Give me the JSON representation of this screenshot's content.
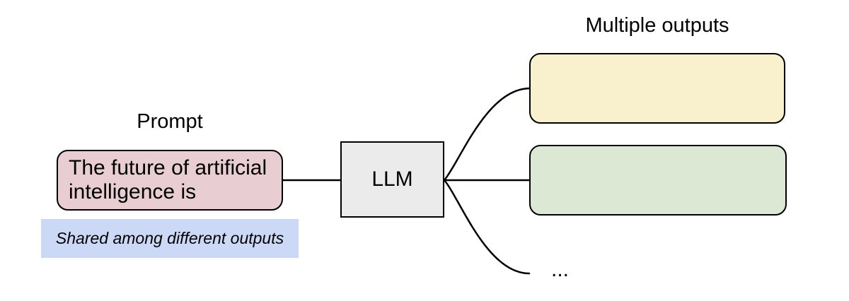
{
  "diagram": {
    "prompt": {
      "title": "Prompt",
      "text": "The future of artificial intelligence is",
      "note": "Shared among different outputs"
    },
    "model": {
      "label": "LLM"
    },
    "outputs": {
      "title": "Multiple outputs",
      "more_indicator": "..."
    },
    "colors": {
      "background": "#ffffff",
      "stroke": "#000000",
      "prompt_fill": "#e8ced2",
      "note_fill": "#ccd9f6",
      "model_fill": "#ebebeb",
      "output_top_fill": "#f9f0ce",
      "output_middle_fill": "#dde8d4"
    }
  }
}
